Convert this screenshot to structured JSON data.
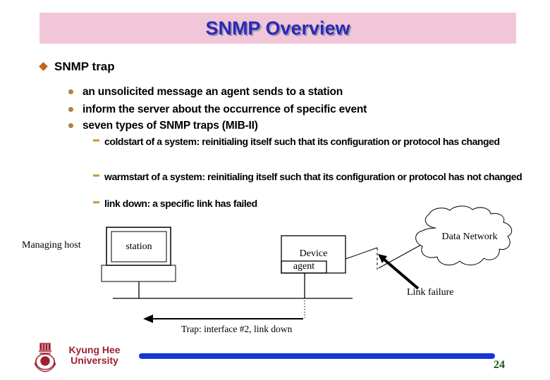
{
  "title": "SNMP Overview",
  "content": {
    "level1": "SNMP trap",
    "level2": [
      "an unsolicited message an agent sends to a station",
      "inform the server about the occurrence of specific event",
      "seven types of SNMP traps (MIB-II)"
    ],
    "level3": [
      "coldstart of a system: reinitialing itself such that its configuration or protocol has changed",
      "warmstart of a system: reinitialing itself such that its configuration or protocol has not changed",
      "link down: a specific link has failed"
    ]
  },
  "diagram": {
    "managing_host_label": "Managing host",
    "station_label": "station",
    "device_label": "Device",
    "agent_label": "agent",
    "data_network_label": "Data Network",
    "link_failure_label": "Link failure",
    "trap_label": "Trap: interface #2, link down"
  },
  "footer": {
    "university_line1": "Kyung Hee",
    "university_line2": "University",
    "page_number": "24"
  },
  "colors": {
    "title_bg": "#f1c6d8",
    "title_text": "#2a2ab5",
    "bullet_diamond": "#c2651c",
    "bullet_dot": "#b5803c",
    "bullet_dash": "#c99a3f",
    "footer_red": "#a01f30",
    "bar_blue": "#1536d8",
    "page_green": "#17541d"
  }
}
